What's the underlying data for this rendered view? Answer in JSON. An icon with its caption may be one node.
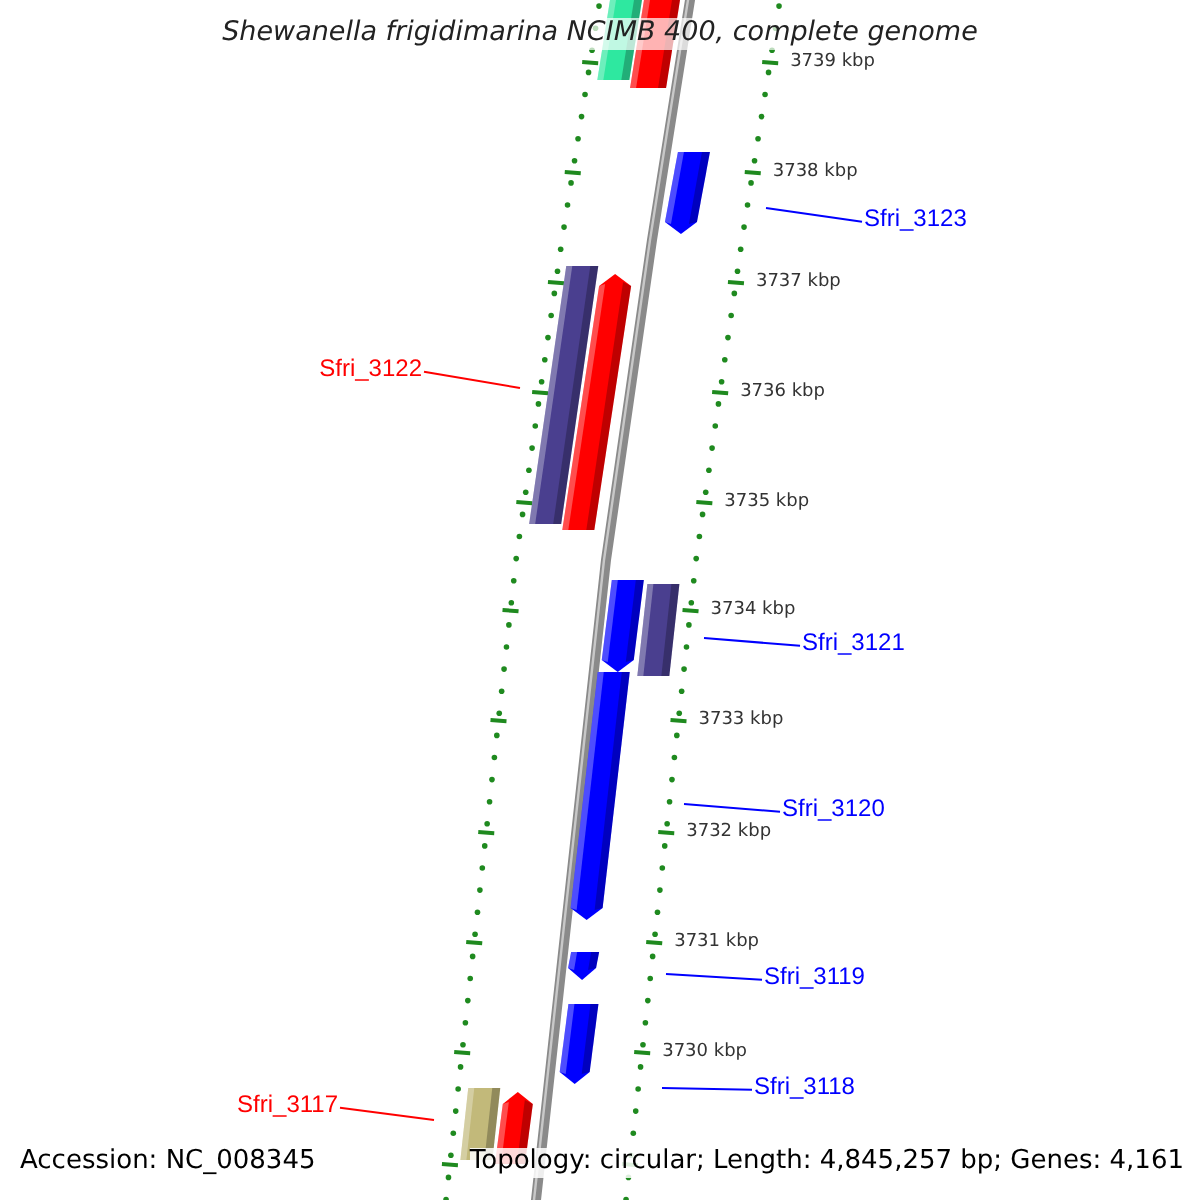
{
  "diagram": {
    "title": "Shewanella frigidimarina NCIMB 400, complete genome",
    "nodes": [
      {
        "text": [
          "Sfri_3123"
        ]
      },
      {
        "text": [
          "Sfri_3122"
        ]
      },
      {
        "text": [
          "Sfri_3121"
        ]
      },
      {
        "text": [
          "Sfri_3120"
        ]
      },
      {
        "text": [
          "Sfri_3119"
        ]
      },
      {
        "text": [
          "Sfri_3118"
        ]
      },
      {
        "text": [
          "Sfri_3117"
        ]
      }
    ],
    "edges": [
      {
        "from": 0,
        "to": null,
        "arrow": "none"
      },
      {
        "from": 1,
        "to": null,
        "arrow": "none",
        "color": "#ff0000"
      },
      {
        "from": 2,
        "to": null,
        "arrow": "none"
      },
      {
        "from": 3,
        "to": null,
        "arrow": "none"
      },
      {
        "from": 4,
        "to": null,
        "arrow": "none"
      },
      {
        "from": 5,
        "to": null,
        "arrow": "none"
      },
      {
        "from": 6,
        "to": null,
        "arrow": "none",
        "color": "#ff0000"
      }
    ],
    "labels": [
      "3739 kbp",
      "3738 kbp",
      "3737 kbp",
      "3736 kbp",
      "3735 kbp",
      "3734 kbp",
      "3733 kbp",
      "3732 kbp",
      "3731 kbp",
      "3730 kbp",
      "Accession: NC_008345",
      "Topology: circular; Length: 4,845,257 bp; Genes: 4,161"
    ]
  }
}
